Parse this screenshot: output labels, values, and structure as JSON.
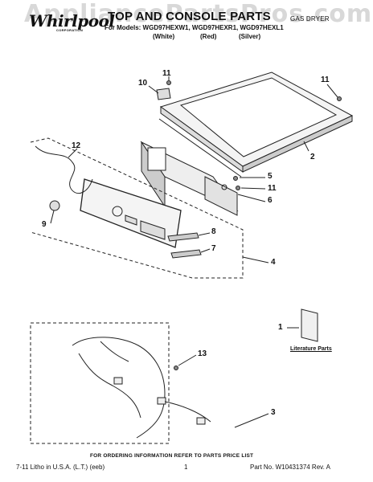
{
  "watermark": "AppliancePartsPros.com",
  "header": {
    "brand": "Whirlpool",
    "brand_sub": "CORPORATION",
    "title": "TOP AND CONSOLE PARTS",
    "subtitle": "GAS DRYER",
    "models_line": "For Models: WGD97HEXW1, WGD97HEXR1, WGD97HEXL1",
    "colors": [
      "(White)",
      "(Red)",
      "(Silver)"
    ]
  },
  "callouts": {
    "c11a": "11",
    "c10": "10",
    "c11b": "11",
    "c12": "12",
    "c2": "2",
    "c5": "5",
    "c11c": "11",
    "c6": "6",
    "c9": "9",
    "c8": "8",
    "c7": "7",
    "c4": "4",
    "c1": "1",
    "c13": "13",
    "c3": "3"
  },
  "literature_label": "Literature Parts",
  "footer": {
    "ordering": "FOR ORDERING INFORMATION REFER TO PARTS PRICE LIST",
    "litho": "7-11 Litho in U.S.A. (L.T.) (eeb)",
    "page": "1",
    "part_no": "Part No. W10431374 Rev. A"
  }
}
